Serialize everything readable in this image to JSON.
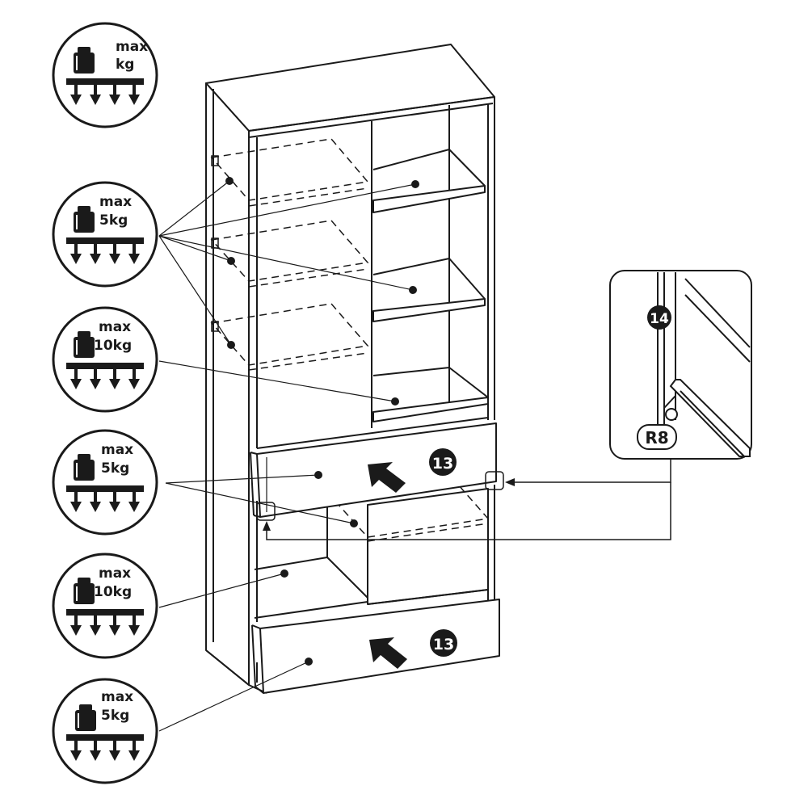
{
  "badges": [
    {
      "label_top": "max",
      "label_bottom": "kg"
    },
    {
      "label_top": "max",
      "label_bottom": "5kg"
    },
    {
      "label_top": "max",
      "label_bottom": "10kg"
    },
    {
      "label_top": "max",
      "label_bottom": "5kg"
    },
    {
      "label_top": "max",
      "label_bottom": "10kg"
    },
    {
      "label_top": "max",
      "label_bottom": "5kg"
    }
  ],
  "drawers": [
    {
      "part_number": "13"
    },
    {
      "part_number": "13"
    }
  ],
  "detail": {
    "part_number": "14",
    "screw_label": "R8"
  },
  "colors": {
    "line": "#1a1a1a",
    "background": "#ffffff"
  }
}
